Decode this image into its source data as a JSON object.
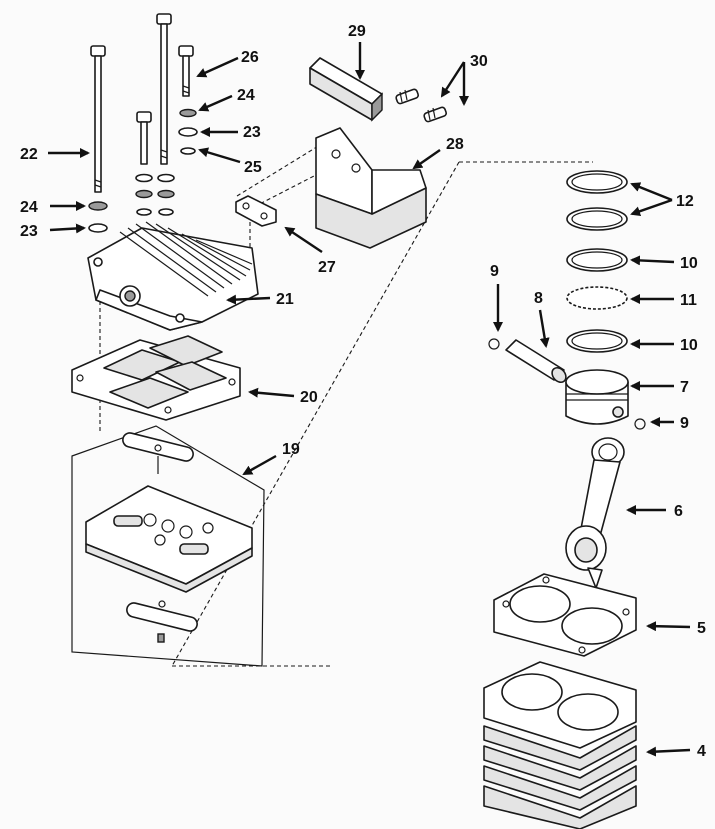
{
  "callouts": {
    "c29": "29",
    "c30": "30",
    "c26": "26",
    "c24a": "24",
    "c23a": "23",
    "c25": "25",
    "c22": "22",
    "c28": "28",
    "c12": "12",
    "c24b": "24",
    "c23b": "23",
    "c27": "27",
    "c10a": "10",
    "c9a": "9",
    "c8": "8",
    "c21": "21",
    "c11": "11",
    "c10b": "10",
    "c7": "7",
    "c9b": "9",
    "c20": "20",
    "c19": "19",
    "c6": "6",
    "c5": "5",
    "c4": "4"
  },
  "icons": [
    "bolt-icon",
    "washer-icon",
    "gasket-icon",
    "piston-ring-icon",
    "arrow-icon"
  ]
}
